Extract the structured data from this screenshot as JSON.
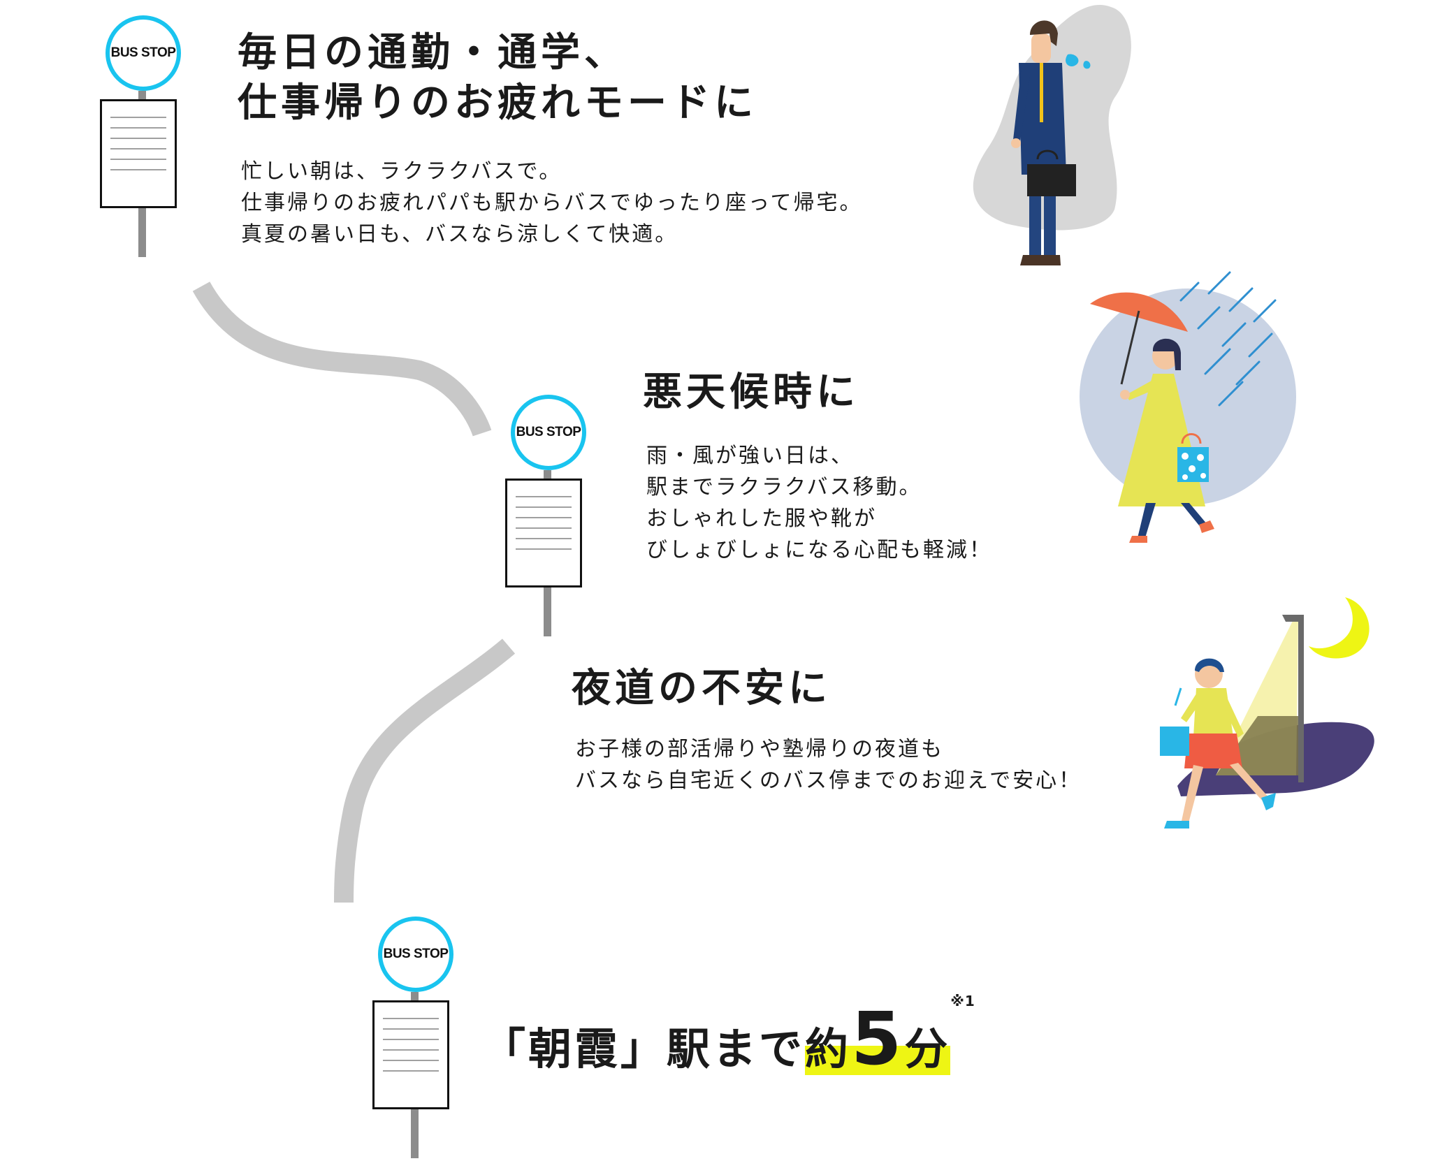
{
  "bus_stop_label": "BUS STOP",
  "sections": [
    {
      "heading_lines": [
        "毎日の通勤・通学、",
        "仕事帰りのお疲れモードに"
      ],
      "body_lines": [
        "忙しい朝は、ラクラクバスで。",
        "仕事帰りのお疲れパパも駅からバスでゆったり座って帰宅。",
        "真夏の暑い日も、バスなら涼しくて快適。"
      ]
    },
    {
      "heading_lines": [
        "悪天候時に"
      ],
      "body_lines": [
        "雨・風が強い日は、",
        "駅までラクラクバス移動。",
        "おしゃれした服や靴が",
        "びしょびしょになる心配も軽減！"
      ]
    },
    {
      "heading_lines": [
        "夜道の不安に"
      ],
      "body_lines": [
        "お子様の部活帰りや塾帰りの夜道も",
        "バスなら自宅近くのバス停までのお迎えで安心！"
      ]
    }
  ],
  "closing": {
    "prefix": "「朝霞」駅まで",
    "highlight_word": "約",
    "highlight_number": "5",
    "highlight_unit": "分",
    "note": "※1"
  },
  "colors": {
    "accent_cyan": "#19c4ef",
    "highlight_yellow": "#eef514",
    "route_gray": "#c8c8c8"
  }
}
